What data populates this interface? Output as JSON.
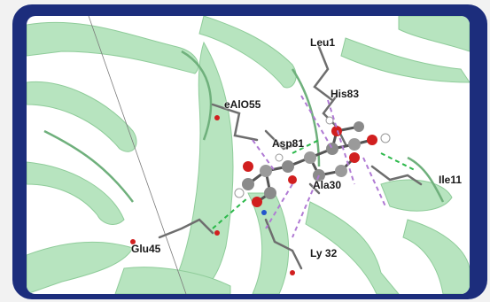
{
  "image": {
    "frame_color": "#1c2d7c",
    "ribbon_color": "#b7e4bf",
    "hbond_color": "#2bb84a",
    "interaction_color": "#b07ad4"
  },
  "residue_labels": [
    {
      "id": "leu",
      "text": "Leu1"
    },
    {
      "id": "his83",
      "text": "His83"
    },
    {
      "id": "overlap",
      "text": "eAlO55"
    },
    {
      "id": "asp81",
      "text": "Asp81"
    },
    {
      "id": "ala30",
      "text": "Ala30"
    },
    {
      "id": "ile11",
      "text": "Ile11"
    },
    {
      "id": "glu45",
      "text": "Glu45"
    },
    {
      "id": "lys32",
      "text": "Ly 32"
    }
  ]
}
